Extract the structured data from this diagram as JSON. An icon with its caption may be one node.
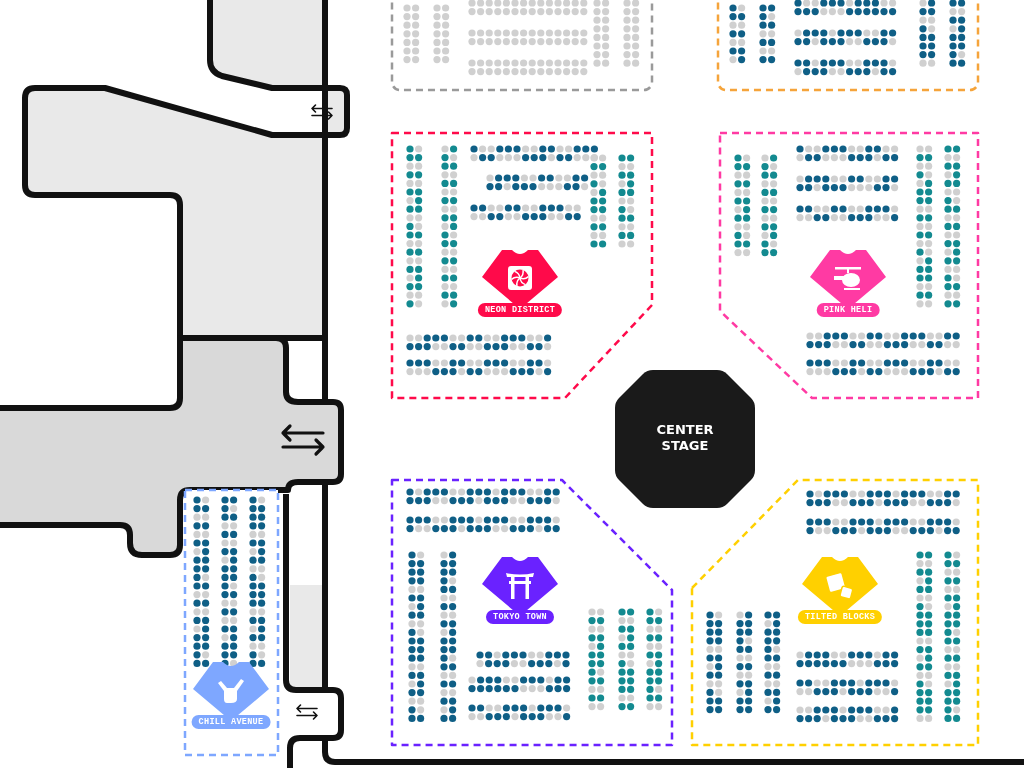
{
  "diagram": {
    "nodes": [
      {
        "text": [],
        "shape": "box"
      },
      {
        "text": [],
        "shape": "box"
      },
      {
        "text": [
          "NEON DISTRICT"
        ]
      },
      {
        "text": [
          "PINK HELI"
        ]
      },
      {
        "text": [
          "CENTER STAGE"
        ]
      },
      {
        "text": [
          "CHILL AVENUE"
        ]
      },
      {
        "text": [
          "TOKYO TOWN"
        ]
      },
      {
        "text": [
          "TILTED BLOCKS"
        ]
      }
    ]
  }
}
